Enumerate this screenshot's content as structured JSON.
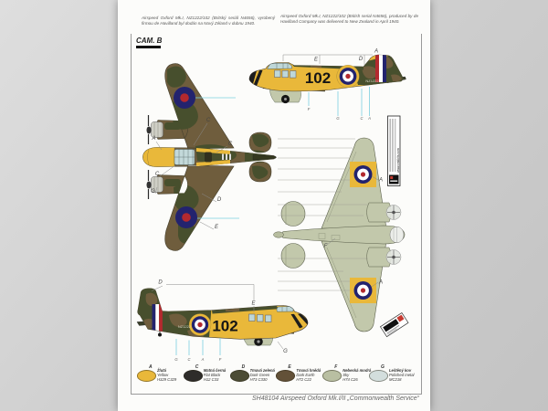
{
  "page": {
    "intro_cz": "Airspeed Oxford Mk.I, NZ1222/102 (Britský seriál N4656), vyrobený firmou de Havilland byl dodán na Nový Zéland v dubnu 1940.",
    "intro_en": "Airspeed Oxford Mk.I, NZ1222/102 (British serial N4656), produced by de Havilland Company was delivered to New Zealand in April 1940.",
    "cam_label": "CAM. B",
    "footer_title": "SH48104 Airspeed Oxford Mk.I/II „Commonwealth Service“"
  },
  "markings": {
    "tactical_number": "102",
    "serial": "NZ1222",
    "website": "www.cmkkits.com"
  },
  "legend": {
    "items": [
      {
        "letter": "A",
        "name_cz": "Žlutá",
        "name_en": "Yellow",
        "codes": "H329 C329",
        "color": "#e9b83a"
      },
      {
        "letter": "C",
        "name_cz": "Matná černá",
        "name_en": "Flat Black",
        "codes": "H12 C33",
        "color": "#2e2c2a"
      },
      {
        "letter": "D",
        "name_cz": "Tmavá zelená",
        "name_en": "Dark Green",
        "codes": "H73 C330",
        "color": "#4c4c35"
      },
      {
        "letter": "E",
        "name_cz": "Tmavá hnědá",
        "name_en": "Dark Earth",
        "codes": "H72 C22",
        "color": "#635138"
      },
      {
        "letter": "F",
        "name_cz": "Nebeská modrá",
        "name_en": "Sky",
        "codes": "H74 C26",
        "color": "#b9bfa2"
      },
      {
        "letter": "G",
        "name_cz": "Leštěný kov",
        "name_en": "Polished metal",
        "codes": "MC218",
        "color": "#d3dedd"
      }
    ]
  },
  "annotations": {
    "top_view": [
      "A",
      "C",
      "C",
      "C",
      "G",
      "D",
      "E"
    ],
    "side_top": [
      "E",
      "D",
      "A"
    ],
    "side_top_below": [
      "F",
      "G",
      "C",
      "A"
    ],
    "underside": [
      "A",
      "F",
      "A"
    ],
    "side_bottom": [
      "D",
      "E",
      "G"
    ],
    "side_bottom_below": [
      "G",
      "C",
      "A",
      "F"
    ]
  },
  "colors": {
    "dark_earth": "#6f5d3d",
    "dark_green": "#474f2d",
    "trainer_yellow": "#e9b83a",
    "sky": "#c2c8ab",
    "roundel_blue": "#23236e",
    "roundel_red": "#b3292e",
    "leader_cyan": "#7ccfe0"
  }
}
